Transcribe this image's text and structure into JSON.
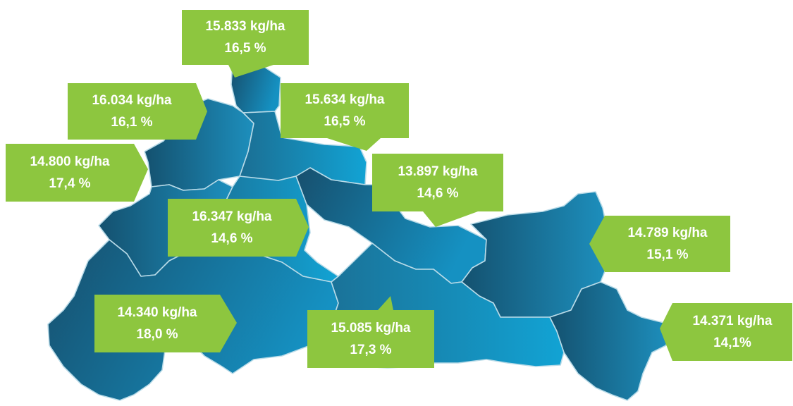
{
  "colors": {
    "label_fill": "#8dc63f",
    "label_text": "#ffffff",
    "region_dark": "#15587a",
    "region_light": "#1a9ccb",
    "region_border": "#b9dbe8"
  },
  "districts": [
    {
      "yield": "15.833 kg/ha",
      "share": "16,5 %"
    },
    {
      "yield": "16.034 kg/ha",
      "share": "16,1 %"
    },
    {
      "yield": "15.634 kg/ha",
      "share": "16,5 %"
    },
    {
      "yield": "14.800 kg/ha",
      "share": "17,4 %"
    },
    {
      "yield": "13.897 kg/ha",
      "share": "14,6 %"
    },
    {
      "yield": "16.347 kg/ha",
      "share": "14,6 %"
    },
    {
      "yield": "14.789 kg/ha",
      "share": "15,1 %"
    },
    {
      "yield": "14.340 kg/ha",
      "share": "18,0 %"
    },
    {
      "yield": "15.085 kg/ha",
      "share": "17,3 %"
    },
    {
      "yield": "14.371 kg/ha",
      "share": "14,1%"
    }
  ]
}
